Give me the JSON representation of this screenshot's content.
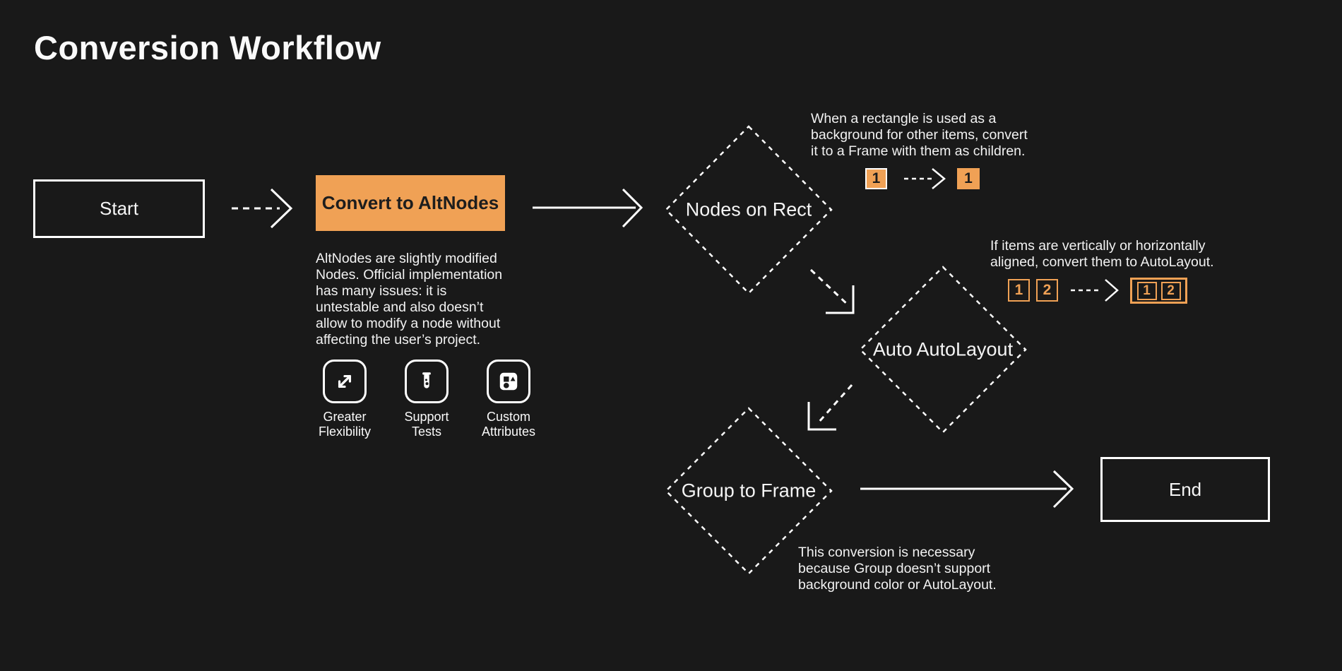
{
  "page": {
    "title": "Conversion Workflow"
  },
  "colors": {
    "background": "#191919",
    "foreground": "#FFFFFF",
    "accent": "#F0A155",
    "dark_text": "#1D1D1D"
  },
  "nodes": {
    "start": {
      "label": "Start",
      "type": "rect"
    },
    "convert": {
      "label": "Convert to AltNodes",
      "type": "rect-filled"
    },
    "nodes_on_rect": {
      "label": "Nodes on Rect",
      "type": "diamond"
    },
    "auto_autolayout": {
      "label": "Auto AutoLayout",
      "type": "diamond"
    },
    "group_to_frame": {
      "label": "Group to Frame",
      "type": "diamond"
    },
    "end": {
      "label": "End",
      "type": "rect"
    }
  },
  "notes": {
    "altnodes": "AltNodes are slightly modified\nNodes. Official implementation\nhas many issues: it is\nuntestable and also doesn’t\nallow to modify a node without\naffecting the user’s project.",
    "rect_to_frame": "When a rectangle is used as a\nbackground for other items, convert\nit to a Frame with them as children.",
    "autolayout": "If items are vertically or horizontally\naligned, convert them to AutoLayout.",
    "group_frame": "This conversion is necessary\nbecause Group doesn’t support\nbackground color or AutoLayout."
  },
  "features": [
    {
      "icon": "expand-arrows-icon",
      "label": "Greater\nFlexibility"
    },
    {
      "icon": "test-tube-icon",
      "label": "Support\nTests"
    },
    {
      "icon": "shapes-icon",
      "label": "Custom\nAttributes"
    }
  ],
  "mini_diagrams": {
    "rect_before": "1",
    "rect_after": "1",
    "items_before_1": "1",
    "items_before_2": "2",
    "items_after_1": "1",
    "items_after_2": "2"
  }
}
